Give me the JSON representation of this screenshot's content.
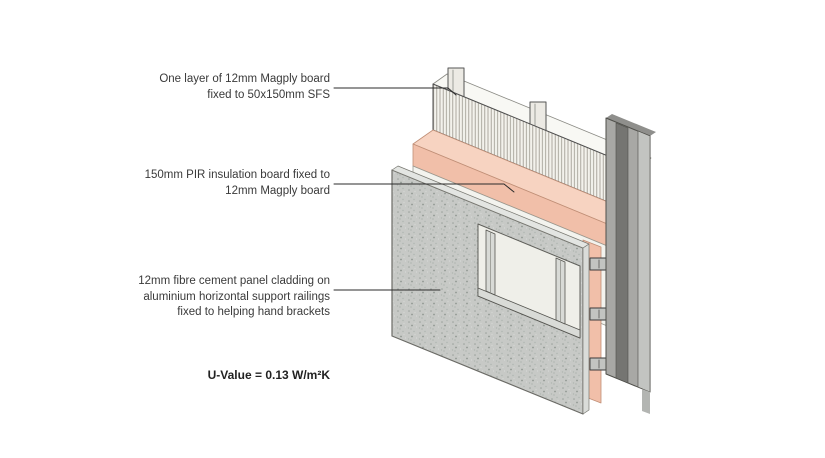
{
  "labels": {
    "magply": {
      "line1": "One layer of 12mm Magply board",
      "line2": "fixed to 50x150mm SFS"
    },
    "pir": {
      "line1": "150mm PIR insulation board fixed to",
      "line2": "12mm Magply board"
    },
    "cladding": {
      "line1": "12mm fibre cement panel cladding on",
      "line2": "aluminium horizontal support railings",
      "line3": "fixed to helping hand brackets"
    },
    "u_value": "U-Value = 0.13 W/m²K"
  },
  "colors": {
    "insulation_pink": "#f1bfa9",
    "insulation_pink_light": "#f7d3c1",
    "cladding_grey": "#c7c9c6",
    "board_white": "#f3f3ee",
    "recess_white": "#efefe9",
    "column_grey": "#a8a8a5",
    "rail_grey": "#dcdedb"
  }
}
